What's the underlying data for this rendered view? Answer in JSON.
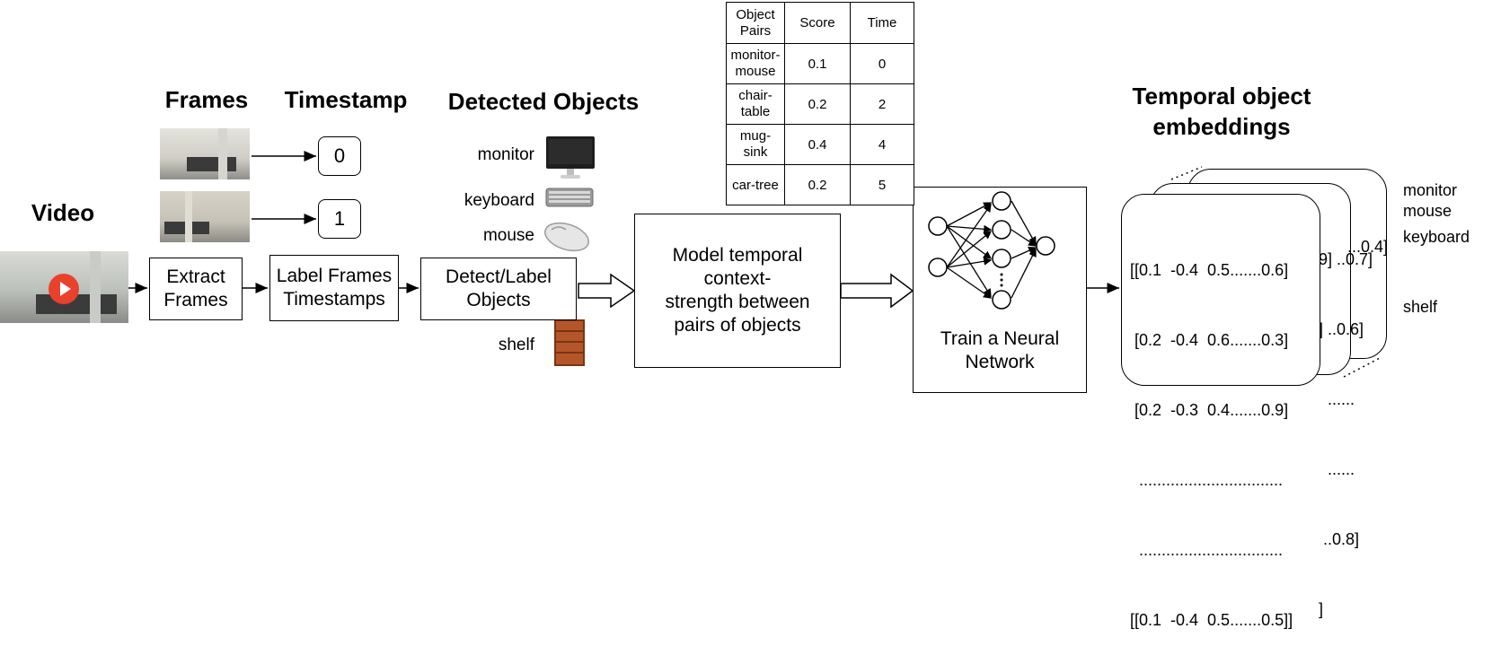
{
  "titles": {
    "video": "Video",
    "frames": "Frames",
    "timestamp": "Timestamp",
    "detected": "Detected Objects",
    "embeddings_line1": "Temporal object",
    "embeddings_line2": "embeddings"
  },
  "steps": {
    "extract_line1": "Extract",
    "extract_line2": "Frames",
    "label_line1": "Label Frames",
    "label_line2": "Timestamps",
    "detect_line1": "Detect/Label",
    "detect_line2": "Objects",
    "model_line1": "Model temporal",
    "model_line2": "context-",
    "model_line3": "strength between",
    "model_line4": "pairs of objects",
    "train_line1": "Train a Neural",
    "train_line2": "Network"
  },
  "timestamps": [
    "0",
    "1"
  ],
  "objects": {
    "monitor": "monitor",
    "keyboard": "keyboard",
    "mouse": "mouse",
    "shelf": "shelf"
  },
  "table": {
    "header_pairs_line1": "Object",
    "header_pairs_line2": "Pairs",
    "header_score": "Score",
    "header_time": "Time",
    "rows": [
      {
        "pair_line1": "monitor-",
        "pair_line2": "mouse",
        "score": "0.1",
        "time": "0"
      },
      {
        "pair_line1": "chair-",
        "pair_line2": "table",
        "score": "0.2",
        "time": "2"
      },
      {
        "pair_line1": "mug-",
        "pair_line2": "sink",
        "score": "0.4",
        "time": "4"
      },
      {
        "pair_line1": "car-tree",
        "pair_line2": "",
        "score": "0.2",
        "time": "5"
      }
    ]
  },
  "embeddings": {
    "front": [
      "[[0.1  -0.4  0.5.......0.6]",
      " [0.2  -0.4  0.6.......0.3]",
      " [0.2  -0.3  0.4.......0.9]",
      "  ................................",
      "  ................................",
      "[[0.1  -0.4  0.5.......0.5]]"
    ],
    "back": [
      "...0.4]",
      "9] ..0.7]",
      "] ..0.6]",
      "  ......",
      "  ......",
      " ..0.8]",
      "]"
    ]
  },
  "side_labels": {
    "monitor": "monitor",
    "mouse": "mouse",
    "keyboard": "keyboard",
    "shelf": "shelf"
  },
  "colors": {
    "play_button": "#e8412c",
    "shelf": "#b5562a"
  }
}
